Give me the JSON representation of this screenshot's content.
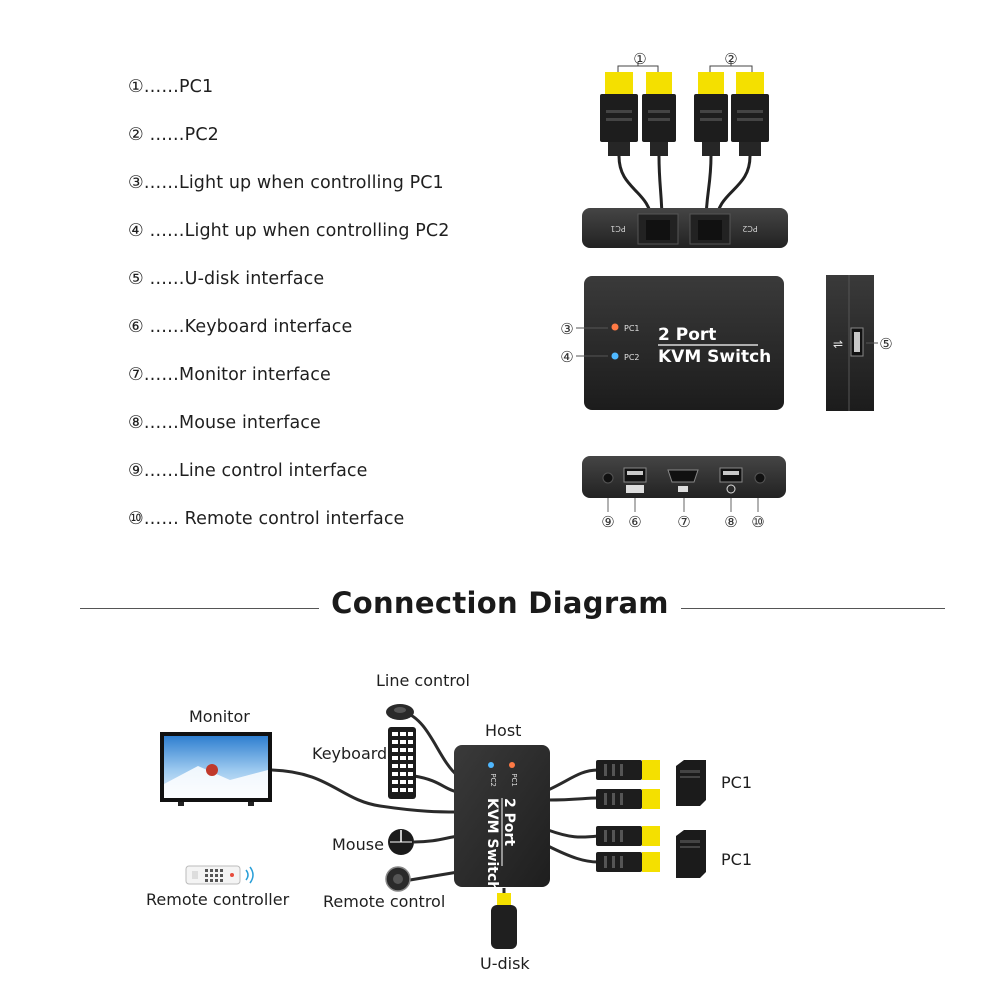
{
  "legend": [
    {
      "marker": "①",
      "text": "……PC1"
    },
    {
      "marker": "②",
      "text": " ……PC2"
    },
    {
      "marker": "③",
      "text": "……Light up when controlling PC1"
    },
    {
      "marker": "④",
      "text": " ……Light up when controlling PC2"
    },
    {
      "marker": "⑤",
      "text": " ……U-disk interface"
    },
    {
      "marker": "⑥",
      "text": " ……Keyboard interface"
    },
    {
      "marker": "⑦",
      "text": "……Monitor interface"
    },
    {
      "marker": "⑧",
      "text": "……Mouse interface"
    },
    {
      "marker": "⑨",
      "text": "……Line control interface"
    },
    {
      "marker": "⑩",
      "text": "…… Remote control interface"
    }
  ],
  "device": {
    "top_port_left": "PC1",
    "top_port_right": "PC2",
    "led1": "PC1",
    "led2": "PC2",
    "name_line1": "2 Port",
    "name_line2": "KVM Switch",
    "callout_1": "①",
    "callout_2": "②",
    "callout_3": "③",
    "callout_4": "④",
    "callout_5": "⑤",
    "callout_6": "⑥",
    "callout_7": "⑦",
    "callout_8": "⑧",
    "callout_9": "⑨",
    "callout_10": "⑩"
  },
  "section_title": "Connection Diagram",
  "connection": {
    "monitor": "Monitor",
    "line_control": "Line control",
    "keyboard": "Keyboard",
    "host": "Host",
    "mouse": "Mouse",
    "remote_control": "Remote control",
    "remote_controller": "Remote controller",
    "udisk": "U-disk",
    "pc_top": "PC1",
    "pc_bottom": "PC1",
    "host_led1": "PC1",
    "host_led2": "PC2",
    "host_name_line1": "2 Port",
    "host_name_line2": "KVM Switch"
  },
  "colors": {
    "device_body": "#2b2b2b",
    "hdmi_yellow": "#f4e000",
    "led_orange": "#ff7a45",
    "led_blue": "#4fb8ff"
  }
}
